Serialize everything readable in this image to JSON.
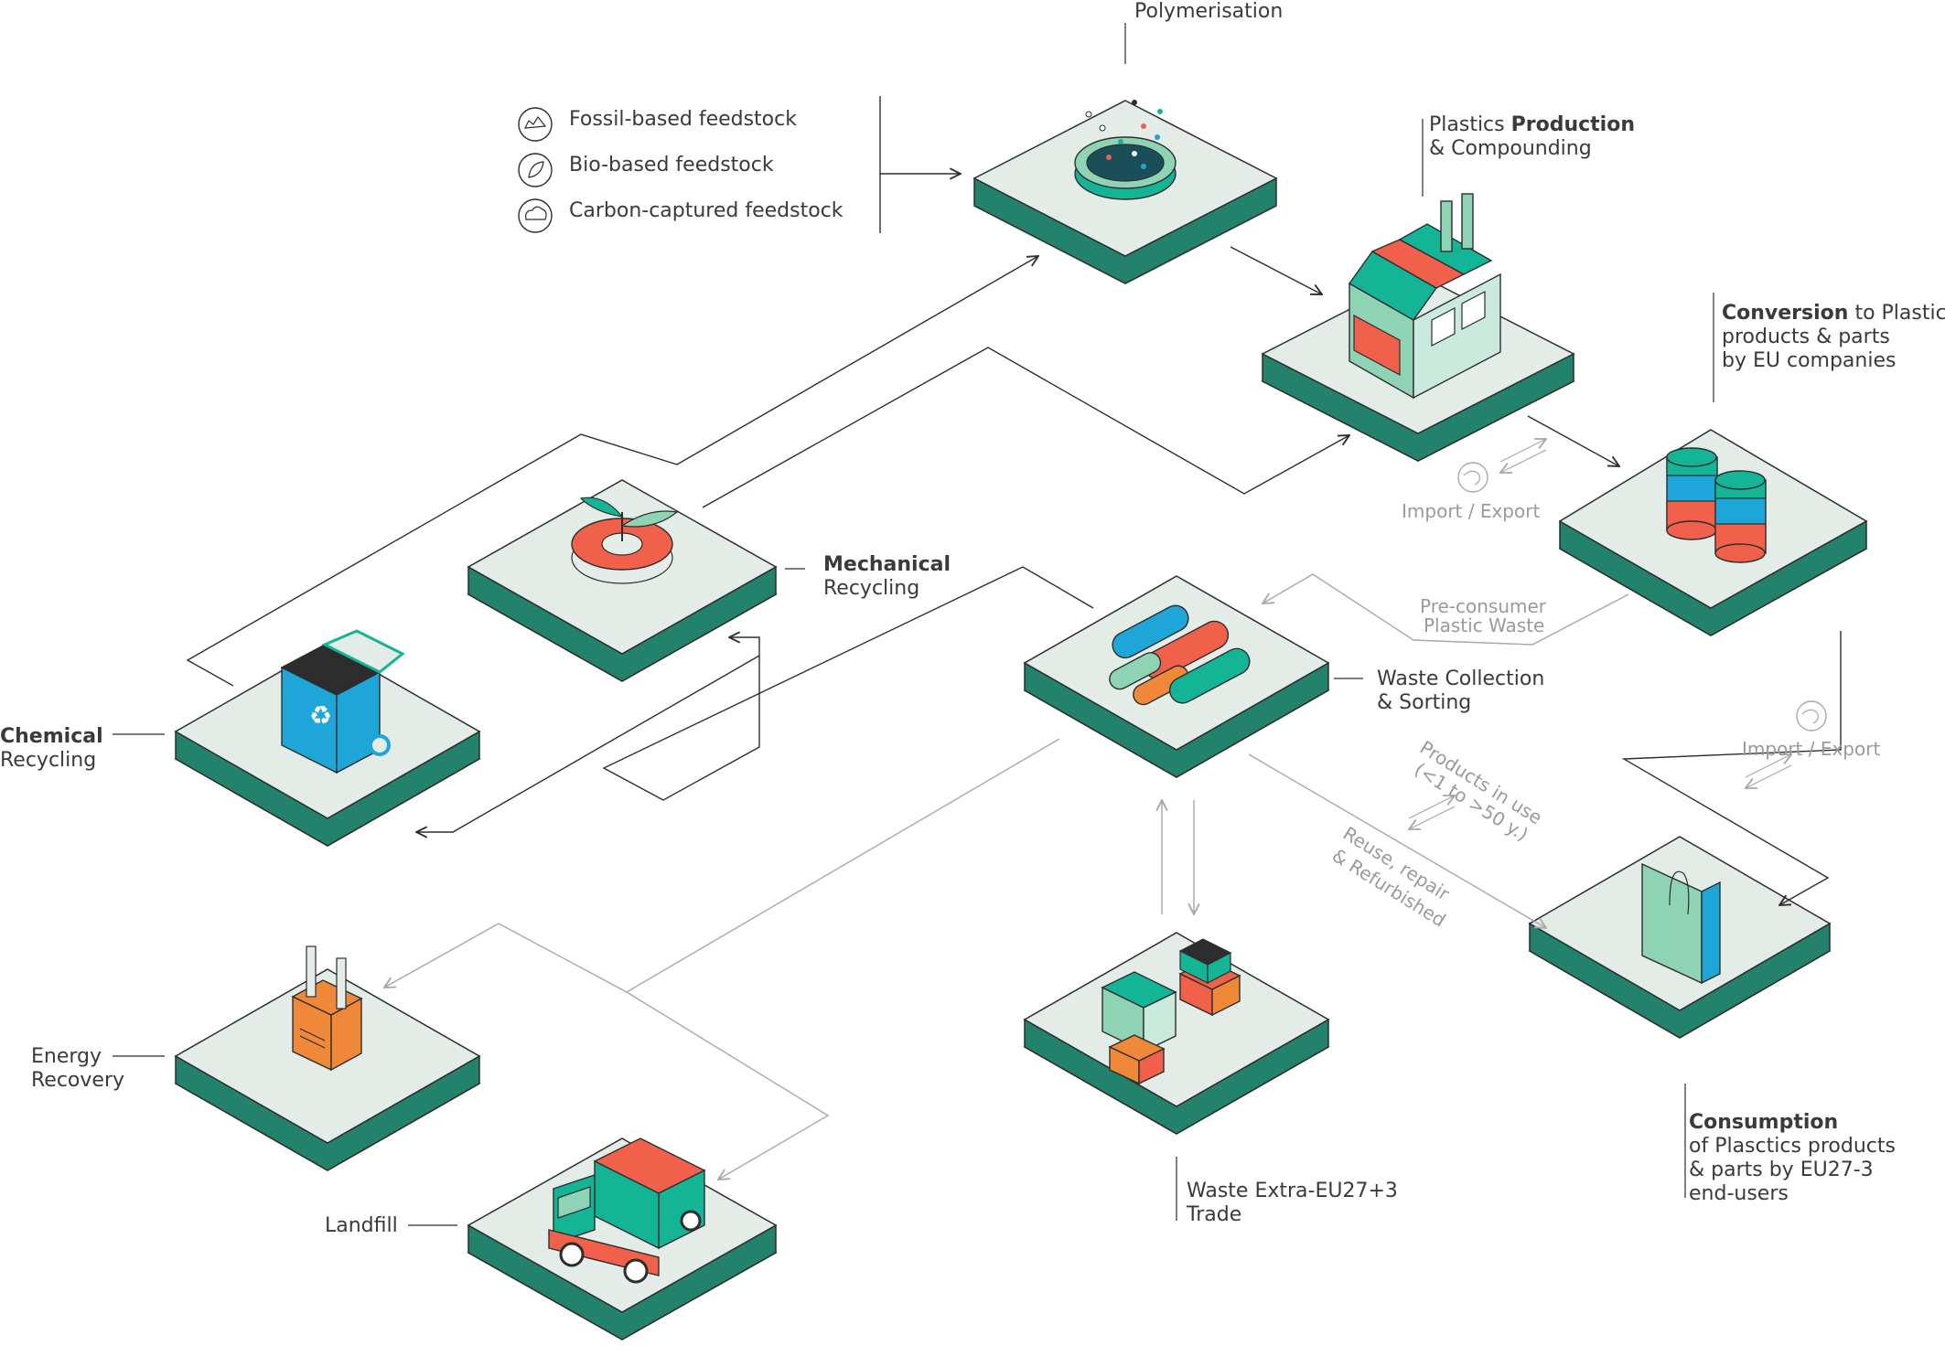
{
  "feedstocks": [
    {
      "label": "Fossil-based feedstock",
      "icon": "fossil-feedstock-icon"
    },
    {
      "label": "Bio-based feedstock",
      "icon": "leaf-icon"
    },
    {
      "label": "Carbon-captured feedstock",
      "icon": "co2-cloud-icon"
    }
  ],
  "stages": {
    "polymerisation": "Polymerisation",
    "production_a": "Plastics ",
    "production_b": "Production",
    "production_c": "& Compounding",
    "conversion_a": "Conversion",
    "conversion_b": " to Plastic",
    "conversion_c": "products & parts",
    "conversion_d": "by EU companies",
    "mechanical_a": "Mechanical",
    "mechanical_b": "Recycling",
    "chemical_a": "Chemical",
    "chemical_b": "Recycling",
    "waste_collection_a": "Waste Collection",
    "waste_collection_b": "& Sorting",
    "energy_a": "Energy",
    "energy_b": "Recovery",
    "landfill": "Landfill",
    "waste_trade_a": "Waste Extra-EU27+3",
    "waste_trade_b": "Trade",
    "consumption_a": "Consumption",
    "consumption_b": "of Plasctics products",
    "consumption_c": "& parts by EU27-3",
    "consumption_d": "end-users"
  },
  "flows": {
    "import_export_1": "Import / Export",
    "import_export_2": "Import / Export",
    "pre_consumer_a": "Pre-consumer",
    "pre_consumer_b": "Plastic Waste",
    "products_in_use_a": "Products in use",
    "products_in_use_b": "(<1 to >50 y.)",
    "reuse_a": "Reuse, repair",
    "reuse_b": "& Refurbished"
  },
  "colors": {
    "platform_top": "#e3ece7",
    "platform_side": "#22826b",
    "teal": "#13b596",
    "mint": "#8fd3b5",
    "red": "#f0604a",
    "orange": "#f0883a",
    "blue": "#1ea6d8",
    "outline": "#2d2d2d",
    "line": "#9a9a9a"
  }
}
